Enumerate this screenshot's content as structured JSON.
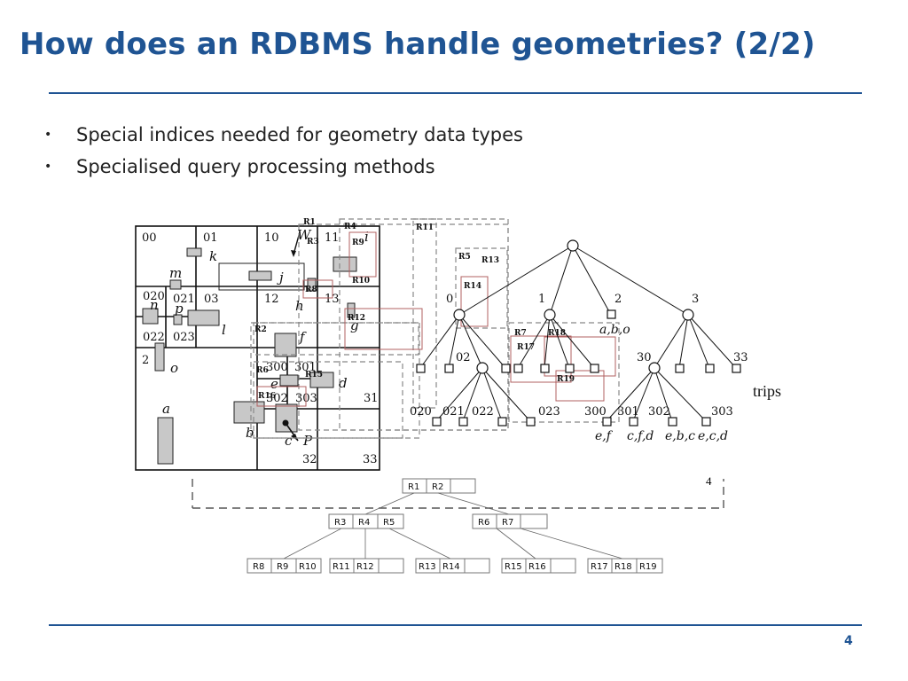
{
  "slide": {
    "title": "How does an RDBMS handle geometries? (2/2)",
    "page_number": "4"
  },
  "bullets": [
    "Special indices needed for geometry data types",
    "Specialised query processing methods"
  ],
  "figure": {
    "quadtree_labels": {
      "q00": "00",
      "q01": "01",
      "q10": "10",
      "q11": "11",
      "q020": "020",
      "q021": "021",
      "q03": "03",
      "q12": "12",
      "q13": "13",
      "q022": "022",
      "q023": "023",
      "q2": "2",
      "q300": "300",
      "q301": "301",
      "q302": "302",
      "q303": "303",
      "q31": "31",
      "q32": "32",
      "q33": "33"
    },
    "object_labels": {
      "k": "k",
      "m": "m",
      "j": "j",
      "n": "n",
      "p": "p",
      "l": "l",
      "h": "h",
      "g": "g",
      "f": "f",
      "o": "o",
      "e": "e",
      "d": "d",
      "a": "a",
      "b": "b",
      "c": "c",
      "P": "P",
      "i": "i",
      "W": "W"
    },
    "rect_labels": {
      "R1": "R1",
      "R2": "R2",
      "R3": "R3",
      "R4": "R4",
      "R5": "R5",
      "R6": "R6",
      "R7": "R7",
      "R8": "R8",
      "R9": "R9",
      "R10": "R10",
      "R11": "R11",
      "R12": "R12",
      "R13": "R13",
      "R14": "R14",
      "R15": "R15",
      "R16": "R16",
      "R17": "R17",
      "R18": "R18",
      "R19": "R19"
    },
    "quadtree_tree": {
      "child0": "0",
      "child1": "1",
      "child2": "2",
      "child3": "3",
      "n02": "02",
      "n30": "30",
      "n33": "33",
      "leaf020": "020",
      "leaf021": "021",
      "leaf022": "022",
      "leaf023": "023",
      "leaf300": "300",
      "leaf301": "301",
      "leaf302": "302",
      "leaf303": "303",
      "objs2": "a,b,o",
      "objs300": "e,f",
      "objs301": "c,f,d",
      "objs302": "e,b,c",
      "objs303": "e,c,d",
      "tries": "trips"
    },
    "page_marker": "4",
    "rtree": {
      "root": [
        "R1",
        "R2"
      ],
      "level1": [
        [
          "R3",
          "R4",
          "R5"
        ],
        [
          "R6",
          "R7"
        ]
      ],
      "leaves": [
        [
          "R8",
          "R9",
          "R10"
        ],
        [
          "R11",
          "R12"
        ],
        [
          "R13",
          "R14"
        ],
        [
          "R15",
          "R16"
        ],
        [
          "R17",
          "R18",
          "R19"
        ]
      ]
    }
  }
}
